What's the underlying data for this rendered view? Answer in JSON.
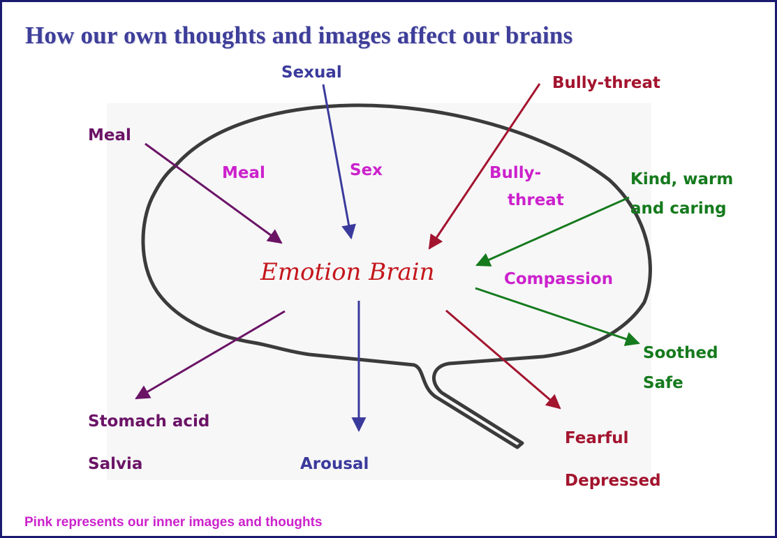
{
  "title": "How our own thoughts and images affect our brains",
  "center_label": "Emotion Brain",
  "footnote": "Pink represents our inner images and thoughts",
  "inputs": {
    "meal": "Meal",
    "sexual": "Sexual",
    "bully_threat": "Bully-threat",
    "kind_line1": "Kind, warm",
    "kind_line2": "and caring"
  },
  "inner_thoughts": {
    "meal": "Meal",
    "sex": "Sex",
    "bully_line1": "Bully-",
    "bully_line2": "threat",
    "compassion": "Compassion"
  },
  "outputs": {
    "stomach": "Stomach acid",
    "salvia": "Salvia",
    "arousal": "Arousal",
    "fearful": "Fearful",
    "depressed": "Depressed",
    "soothed": "Soothed",
    "safe": "Safe"
  },
  "colors": {
    "border": "#1a1a6e",
    "title": "#3e3e9a",
    "purple": "#6b1466",
    "blue": "#3a3a9c",
    "red": "#a3142e",
    "green": "#157a1d",
    "pink": "#cc22cc",
    "emotion": "#c4161c"
  }
}
